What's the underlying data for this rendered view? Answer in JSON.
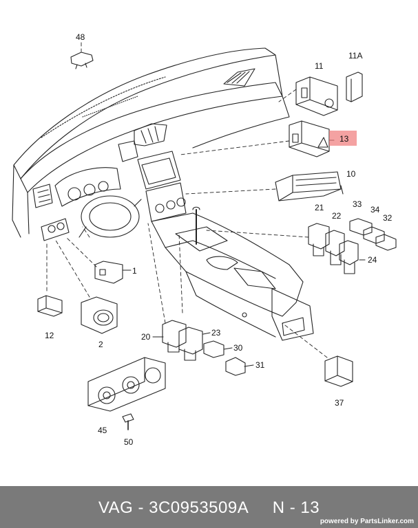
{
  "callouts": {
    "c48": "48",
    "c11": "11",
    "c11a": "11A",
    "c13": "13",
    "c10": "10",
    "c21": "21",
    "c22": "22",
    "c33": "33",
    "c34": "34",
    "c32": "32",
    "c24": "24",
    "c1": "1",
    "c12": "12",
    "c2": "2",
    "c20": "20",
    "c23": "23",
    "c30": "30",
    "c31": "31",
    "c37": "37",
    "c45": "45",
    "c50": "50"
  },
  "highlight_color": "#f07a7a",
  "footer": {
    "title": "VAG - 3C0953509A     N - 13",
    "powered_prefix": "powered by ",
    "powered_brand": "PartsLinker.com"
  }
}
